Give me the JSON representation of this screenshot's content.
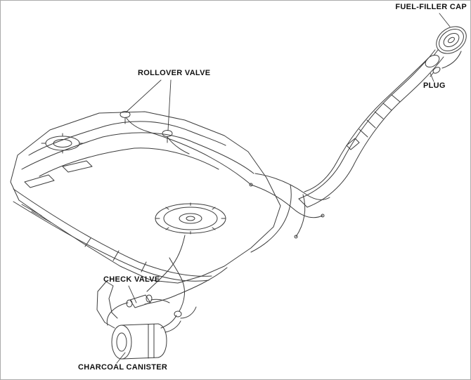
{
  "labels": {
    "fuel_filler_cap": "FUEL-FILLER CAP",
    "plug": "PLUG",
    "rollover_valve": "ROLLOVER VALVE",
    "check_valve": "CHECK VALVE",
    "charcoal_canister": "CHARCOAL CANISTER"
  },
  "colors": {
    "line": "#3c3c3c",
    "background": "#ffffff",
    "border": "#aaaaaa",
    "text": "#111111"
  }
}
